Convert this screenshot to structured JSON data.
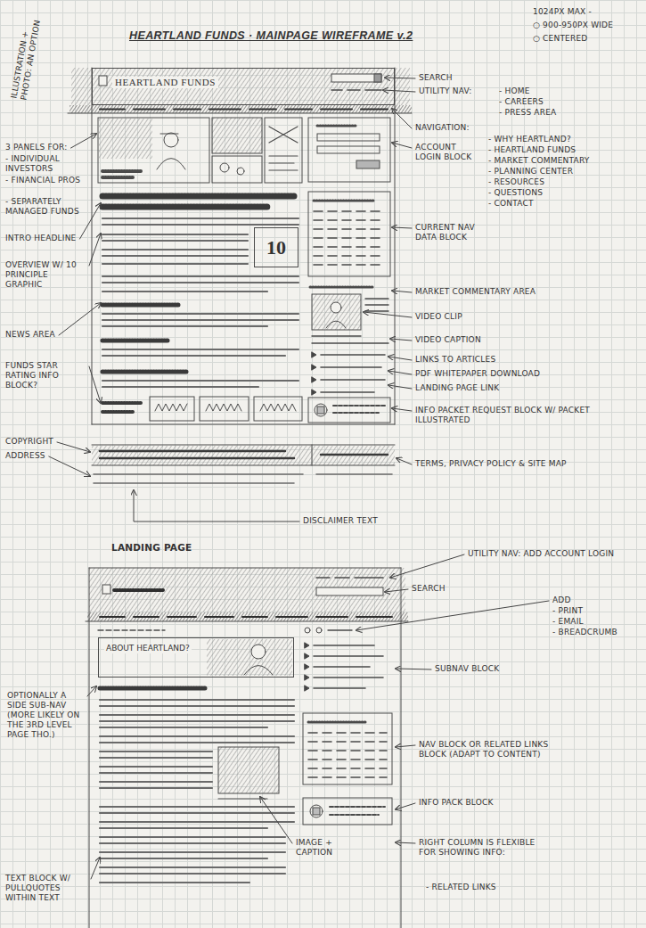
{
  "diagram": {
    "title": "HEARTLAND FUNDS · MAINPAGE WIREFRAME v.2",
    "nodes": [
      {
        "text": [
          "HEARTLAND FUNDS"
        ]
      },
      {
        "text": [
          "10"
        ]
      },
      {
        "text": [
          "ABOUT HEARTLAND?"
        ]
      }
    ],
    "labels": [
      "1024PX MAX -",
      "○ 900-950PX WIDE",
      "○ CENTERED",
      "ILLUSTRATION + PHOTO: AN OPTION",
      "SEARCH",
      "UTILITY NAV:",
      "- HOME",
      "- CAREERS",
      "- PRESS AREA",
      "NAVIGATION:",
      "- WHY HEARTLAND?",
      "- HEARTLAND FUNDS",
      "- MARKET COMMENTARY",
      "- PLANNING CENTER",
      "- RESOURCES",
      "- QUESTIONS",
      "- CONTACT",
      "ACCOUNT LOGIN BLOCK",
      "CURRENT NAV DATA BLOCK",
      "MARKET COMMENTARY AREA",
      "VIDEO CLIP",
      "VIDEO CAPTION",
      "LINKS TO ARTICLES",
      "PDF WHITEPAPER DOWNLOAD",
      "LANDING PAGE LINK",
      "INFO PACKET REQUEST BLOCK W/ PACKET ILLUSTRATED",
      "TERMS, PRIVACY POLICY & SITE MAP",
      "3 PANELS FOR:",
      "- INDIVIDUAL INVESTORS",
      "- FINANCIAL PROS",
      "- SEPARATELY MANAGED FUNDS",
      "INTRO HEADLINE",
      "OVERVIEW W/ 10 PRINCIPLE GRAPHIC",
      "NEWS AREA",
      "FUNDS STAR RATING INFO BLOCK?",
      "COPYRIGHT",
      "ADDRESS",
      "DISCLAIMER TEXT",
      "LANDING PAGE",
      "SEARCH",
      "UTILITY NAV: ADD ACCOUNT LOGIN",
      "ADD",
      "- PRINT",
      "- EMAIL",
      "- BREADCRUMB",
      "SUBNAV BLOCK",
      "NAV BLOCK OR RELATED LINKS BLOCK (ADAPT TO CONTENT)",
      "INFO PACK BLOCK",
      "RIGHT COLUMN IS FLEXIBLE FOR SHOWING INFO:",
      "- RELATED LINKS",
      "IMAGE + CAPTION",
      "OPTIONALLY A SIDE SUB-NAV (MORE LIKELY ON THE 3RD LEVEL PAGE THO.)",
      "TEXT BLOCK W/ PULLQUOTES WITHIN TEXT"
    ]
  }
}
